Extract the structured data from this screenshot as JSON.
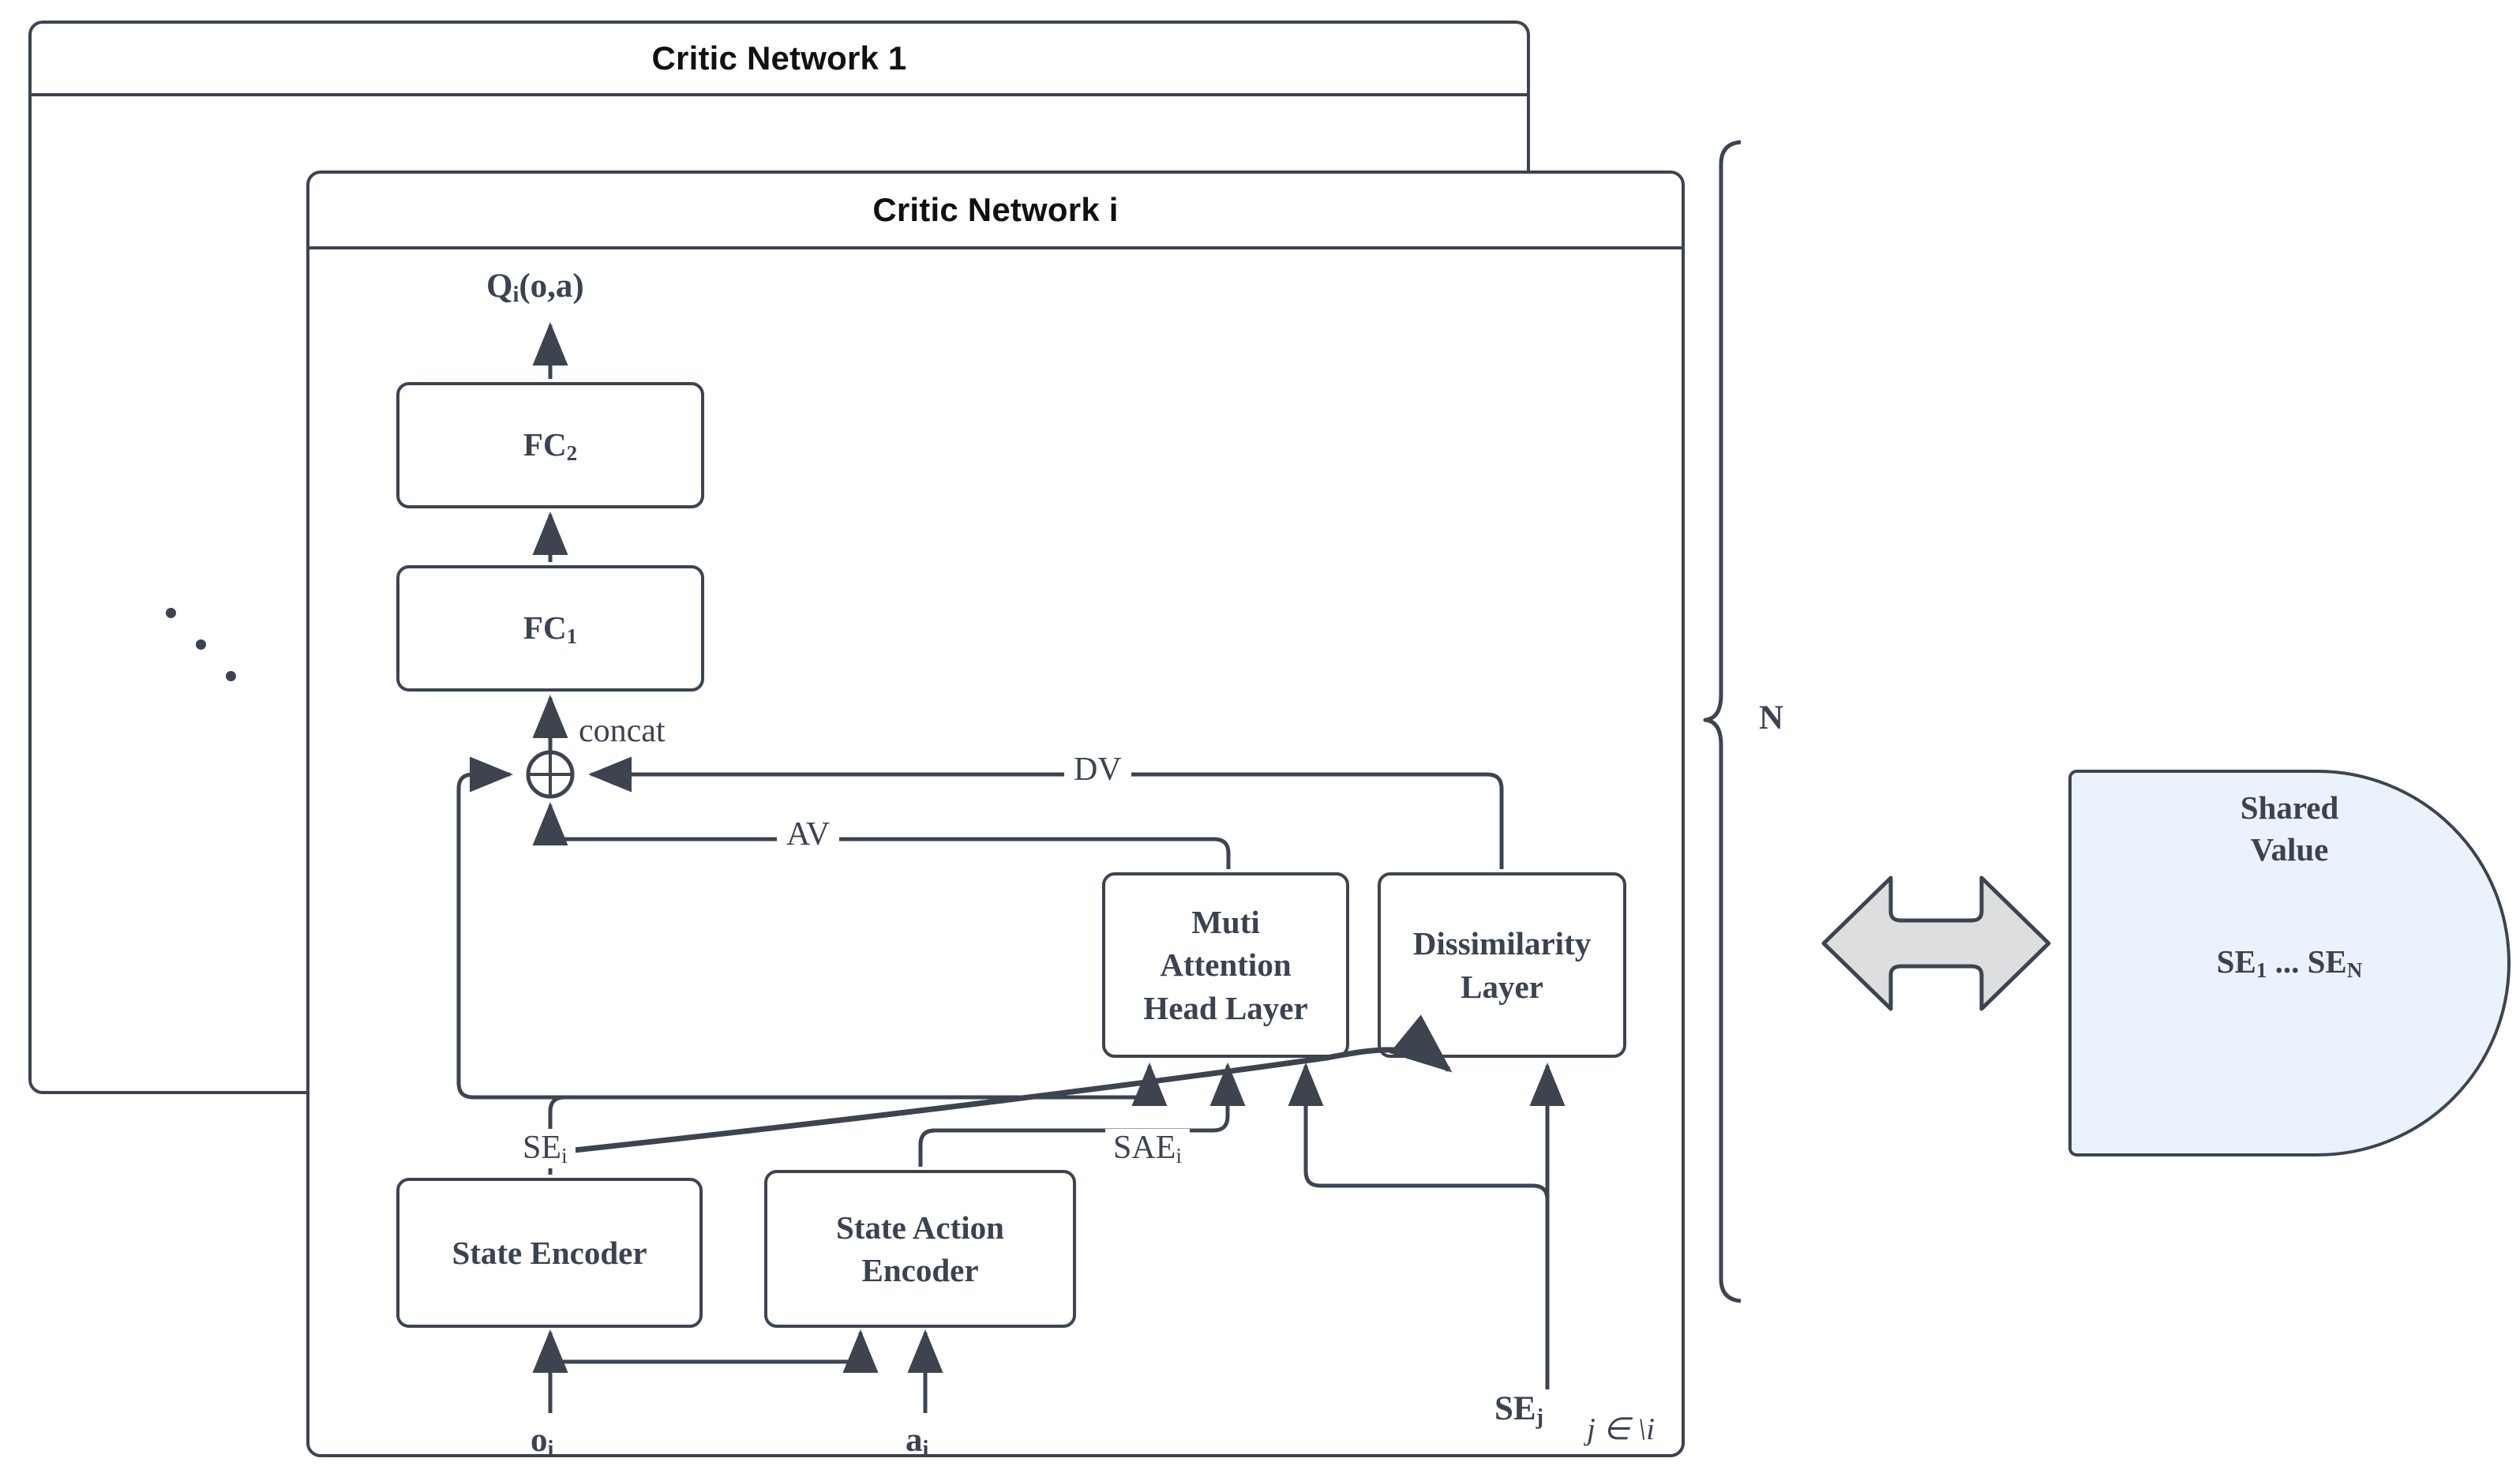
{
  "figure": {
    "type": "neural-network-architecture-diagram",
    "title": "Critic network architecture with shared state encoders"
  },
  "panels": {
    "outer": {
      "title": "Critic Network 1"
    },
    "inner": {
      "title": "Critic Network i"
    }
  },
  "ellipsis_dots": 3,
  "nodes": {
    "fc2": {
      "label": "FC",
      "sub": "2"
    },
    "fc1": {
      "label": "FC",
      "sub": "1"
    },
    "attention": {
      "line1": "Muti",
      "line2": "Attention",
      "line3": "Head Layer"
    },
    "dissimilarity": {
      "line1": "Dissimilarity",
      "line2": "Layer"
    },
    "state_encoder": {
      "label": "State Encoder"
    },
    "state_action_encoder": {
      "line1": "State Action",
      "line2": "Encoder"
    }
  },
  "labels": {
    "q_output": {
      "text": "Q",
      "sub": "i",
      "tail": "(o,a)"
    },
    "concat": "concat",
    "dv": "DV",
    "av": "AV",
    "se_i": {
      "text": "SE",
      "sub": "i"
    },
    "sae_i": {
      "text": "SAE",
      "sub": "i"
    },
    "se_j": {
      "text": "SE",
      "sub": "j"
    },
    "j_set": "j ∈ \\i",
    "o_i": {
      "text": "o",
      "sub": "i"
    },
    "a_i": {
      "text": "a",
      "sub": "i"
    },
    "n_bracket": "N"
  },
  "shared_value": {
    "line1": "Shared",
    "line2": "Value",
    "contents": {
      "prefix": "SE",
      "sub1": "1",
      "mid": " ... SE",
      "sub2": "N"
    }
  },
  "colors": {
    "stroke": "#3d4450",
    "text": "#3b4351",
    "title_text": "#111111",
    "shared_fill": "#eaf3fc",
    "arrow_fill": "#dcdee0",
    "page_bg": "#ffffff"
  }
}
